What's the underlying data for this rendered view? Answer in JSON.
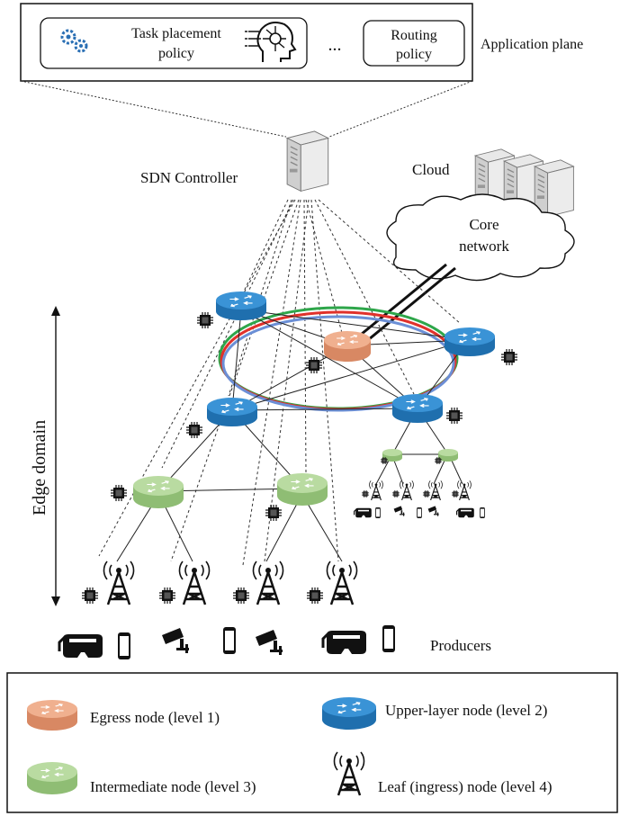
{
  "application_plane": {
    "task_placement_label_line1": "Task placement",
    "task_placement_label_line2": "policy",
    "ellipsis": "...",
    "routing_label_line1": "Routing",
    "routing_label_line2": "policy",
    "plane_label": "Application plane"
  },
  "controller": {
    "label": "SDN Controller"
  },
  "cloud": {
    "label": "Cloud",
    "core_line1": "Core",
    "core_line2": "network"
  },
  "edge_domain": {
    "label": "Edge domain"
  },
  "producers": {
    "label": "Producers"
  },
  "legend": {
    "egress": "Egress node (level 1)",
    "upper": "Upper-layer node (level 2)",
    "intermediate": "Intermediate node (level 3)",
    "leaf": "Leaf (ingress) node (level 4)"
  },
  "colors": {
    "egress": "#e9a27e",
    "upper": "#2f86c9",
    "intermediate": "#a9cf8f",
    "ring_red": "#e0312b",
    "ring_green": "#2ea64a",
    "ring_blue": "#6b8fd6"
  }
}
